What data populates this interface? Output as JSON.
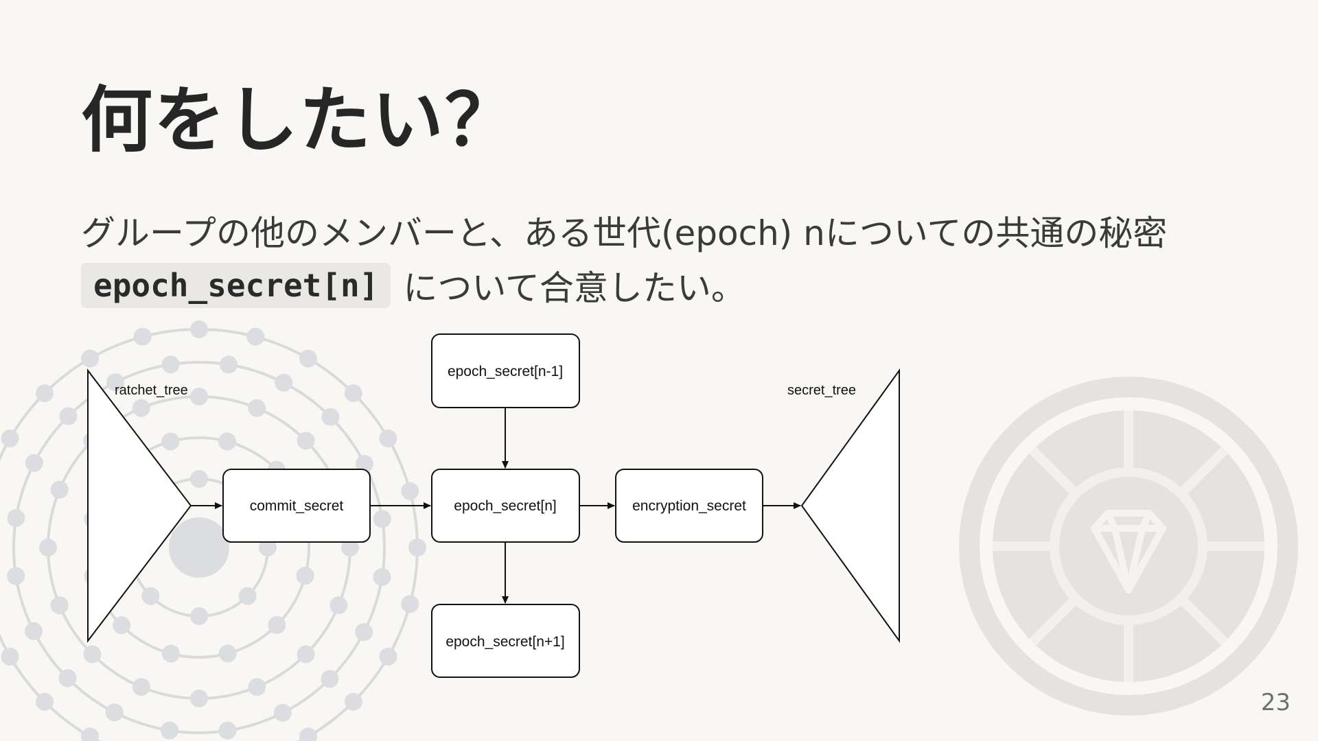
{
  "slide": {
    "title": "何をしたい？",
    "line1": "グループの他のメンバーと、ある世代(epoch) nについての共通の秘密",
    "code": "epoch_secret[n]",
    "line2_rest": "について合意したい。",
    "page_number": "23"
  },
  "diagram": {
    "ratchet_tree": "ratchet_tree",
    "secret_tree": "secret_tree",
    "commit_secret": "commit_secret",
    "epoch_prev": "epoch_secret[n-1]",
    "epoch_n": "epoch_secret[n]",
    "epoch_next": "epoch_secret[n+1]",
    "encryption_secret": "encryption_secret"
  },
  "colors": {
    "background": "#f8f7f4",
    "decoration": "#dcdcdc",
    "diagram_stroke": "#111111"
  },
  "icons": {
    "left_decoration": "concentric-dots-icon",
    "right_decoration": "gem-wheel-icon"
  }
}
